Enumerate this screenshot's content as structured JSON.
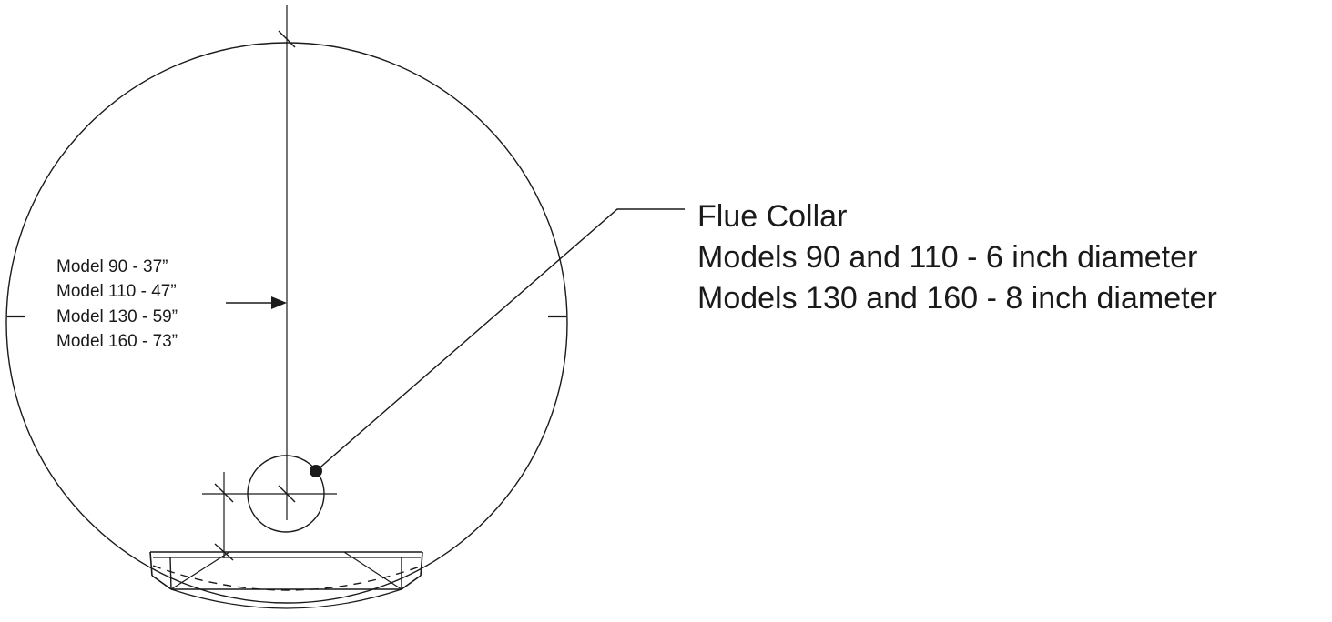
{
  "dimension_labels": [
    "Model   90 - 37”",
    "Model 110 - 47”",
    "Model 130 - 59”",
    "Model 160 - 73”"
  ],
  "callout": {
    "title": "Flue Collar",
    "lines": [
      "Models 90 and 110 - 6 inch diameter",
      "Models 130 and 160 - 8 inch diameter"
    ]
  },
  "colors": {
    "line": "#1a1a1a",
    "background": "#ffffff"
  }
}
